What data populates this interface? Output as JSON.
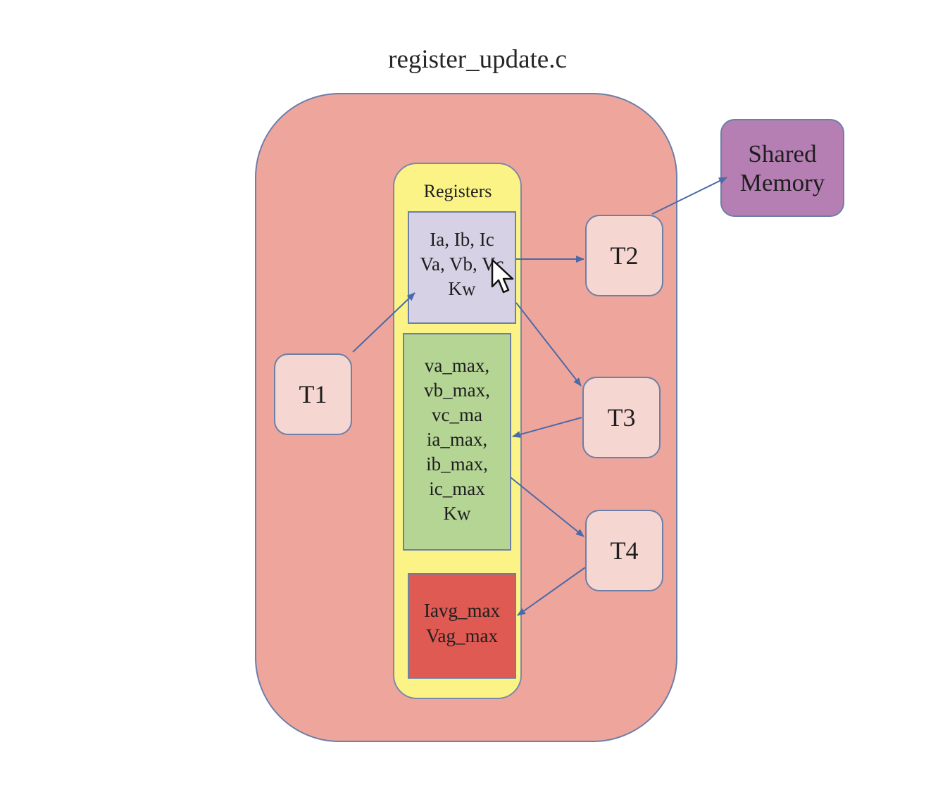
{
  "title": "register_update.c",
  "registers": {
    "label": "Registers",
    "block_a": "Ia, Ib, Ic\nVa, Vb, Vc\nKw",
    "block_b": "va_max,\nvb_max,\nvc_ma\nia_max,\nib_max,\nic_max\nKw",
    "block_c": "Iavg_max\nVag_max"
  },
  "threads": {
    "t1": "T1",
    "t2": "T2",
    "t3": "T3",
    "t4": "T4"
  },
  "shared_memory": "Shared\nMemory",
  "colors": {
    "process_fill": "#eea69c",
    "registers_fill": "#fbf386",
    "block_a_fill": "#d7d1e5",
    "block_b_fill": "#b5d595",
    "block_c_fill": "#de5a52",
    "thread_fill": "#f6d6d1",
    "shared_memory_fill": "#b57fb4",
    "edge_color": "#4a6aa8"
  },
  "edges": [
    {
      "from": "T1",
      "to": "block_a"
    },
    {
      "from": "block_a",
      "to": "T2"
    },
    {
      "from": "T2",
      "to": "shared_memory"
    },
    {
      "from": "block_a",
      "to": "T3"
    },
    {
      "from": "T3",
      "to": "block_b"
    },
    {
      "from": "block_b",
      "to": "T4"
    },
    {
      "from": "T4",
      "to": "block_c"
    }
  ]
}
